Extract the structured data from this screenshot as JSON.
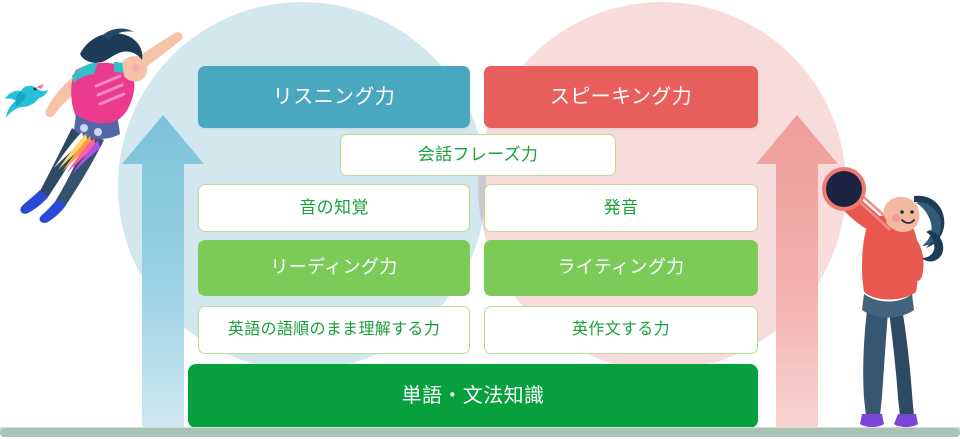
{
  "figure": {
    "title": "英語4技能ピラミッド図",
    "ground_label": "ground-line"
  },
  "colors": {
    "listening_box": "#49a7c0",
    "speaking_box": "#e85f5c",
    "skill_green_box": "#7ccb58",
    "foundation_box": "#06a03d",
    "white_box_border": "#b4de97",
    "white_box_text": "#17a03c",
    "venn_blue": "#d3e7ef",
    "venn_pink": "#f8dcdc",
    "arrow_blue": "#8cc9de",
    "arrow_pink": "#f0a5a2",
    "ground": "#a9c4b6"
  },
  "pyramid": {
    "tier_top": [
      {
        "label": "リスニング力",
        "style": "solid-blue",
        "side": "left"
      },
      {
        "label": "スピーキング力",
        "style": "solid-red",
        "side": "right"
      }
    ],
    "tier_bridge": [
      {
        "label": "会話フレーズ力",
        "style": "white",
        "side": "center"
      }
    ],
    "tier_perception": [
      {
        "label": "音の知覚",
        "style": "white",
        "side": "left"
      },
      {
        "label": "発音",
        "style": "white",
        "side": "right"
      }
    ],
    "tier_skills": [
      {
        "label": "リーディング力",
        "style": "green",
        "side": "left"
      },
      {
        "label": "ライティング力",
        "style": "green",
        "side": "right"
      }
    ],
    "tier_processing": [
      {
        "label": "英語の語順のまま理解する力",
        "style": "white",
        "side": "left"
      },
      {
        "label": "英作文する力",
        "style": "white",
        "side": "right"
      }
    ],
    "tier_foundation": [
      {
        "label": "単語・文法知識",
        "style": "deep-green",
        "side": "full"
      }
    ]
  },
  "arrows": {
    "left": {
      "name": "up-arrow-blue",
      "direction": "up"
    },
    "right": {
      "name": "up-arrow-pink",
      "direction": "up"
    }
  },
  "illustrations": {
    "left": {
      "name": "flying-woman-with-jetpack",
      "accessories": [
        "bird",
        "jetpack",
        "pink-top",
        "navy-pants",
        "blue-shoes"
      ]
    },
    "right": {
      "name": "woman-with-telescope",
      "accessories": [
        "telescope",
        "red-top",
        "navy-pants",
        "purple-heels"
      ]
    },
    "bird": {
      "name": "bird",
      "color": "#27c0d8"
    }
  }
}
